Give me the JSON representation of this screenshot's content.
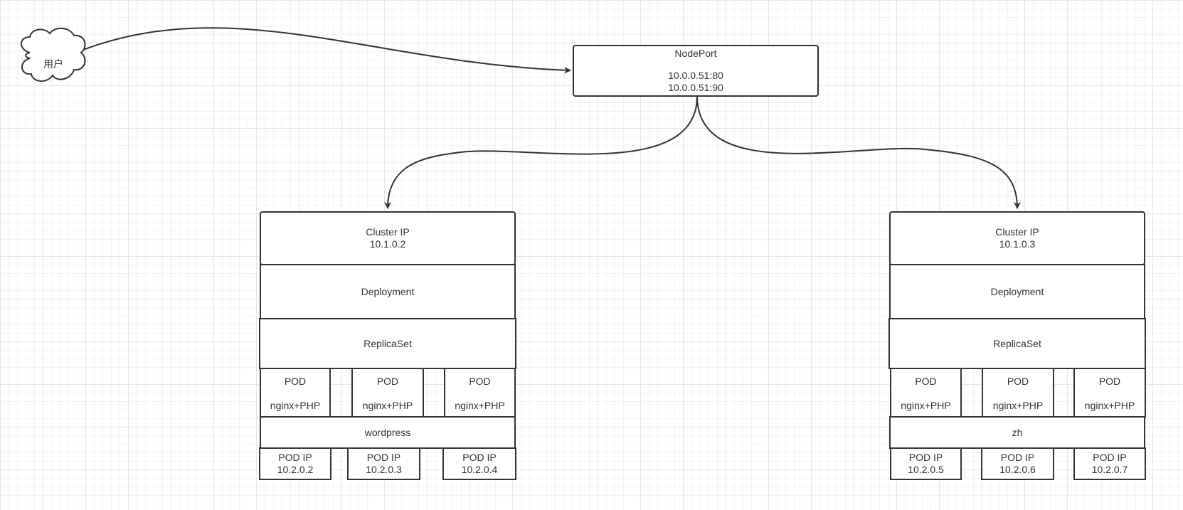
{
  "user": {
    "label": "用户"
  },
  "nodeport": {
    "title": "NodePort",
    "addresses": [
      "10.0.0.51:80",
      "10.0.0.51:90"
    ]
  },
  "groups": [
    {
      "cluster_ip_label": "Cluster IP",
      "cluster_ip": "10.1.0.2",
      "deployment": "Deployment",
      "replicaset": "ReplicaSet",
      "pods": [
        {
          "title": "POD",
          "content": "nginx+PHP"
        },
        {
          "title": "POD",
          "content": "nginx+PHP"
        },
        {
          "title": "POD",
          "content": "nginx+PHP"
        }
      ],
      "app": "wordpress",
      "pod_ips": [
        {
          "label": "POD IP",
          "ip": "10.2.0.2"
        },
        {
          "label": "POD IP",
          "ip": "10.2.0.3"
        },
        {
          "label": "POD IP",
          "ip": "10.2.0.4"
        }
      ]
    },
    {
      "cluster_ip_label": "Cluster IP",
      "cluster_ip": "10.1.0.3",
      "deployment": "Deployment",
      "replicaset": "ReplicaSet",
      "pods": [
        {
          "title": "POD",
          "content": "nginx+PHP"
        },
        {
          "title": "POD",
          "content": "nginx+PHP"
        },
        {
          "title": "POD",
          "content": "nginx+PHP"
        }
      ],
      "app": "zh",
      "pod_ips": [
        {
          "label": "POD IP",
          "ip": "10.2.0.5"
        },
        {
          "label": "POD IP",
          "ip": "10.2.0.6"
        },
        {
          "label": "POD IP",
          "ip": "10.2.0.7"
        }
      ]
    }
  ],
  "colors": {
    "stroke": "#333333",
    "text": "#333333",
    "fill": "#ffffff",
    "grid": "#e6e6e6"
  }
}
